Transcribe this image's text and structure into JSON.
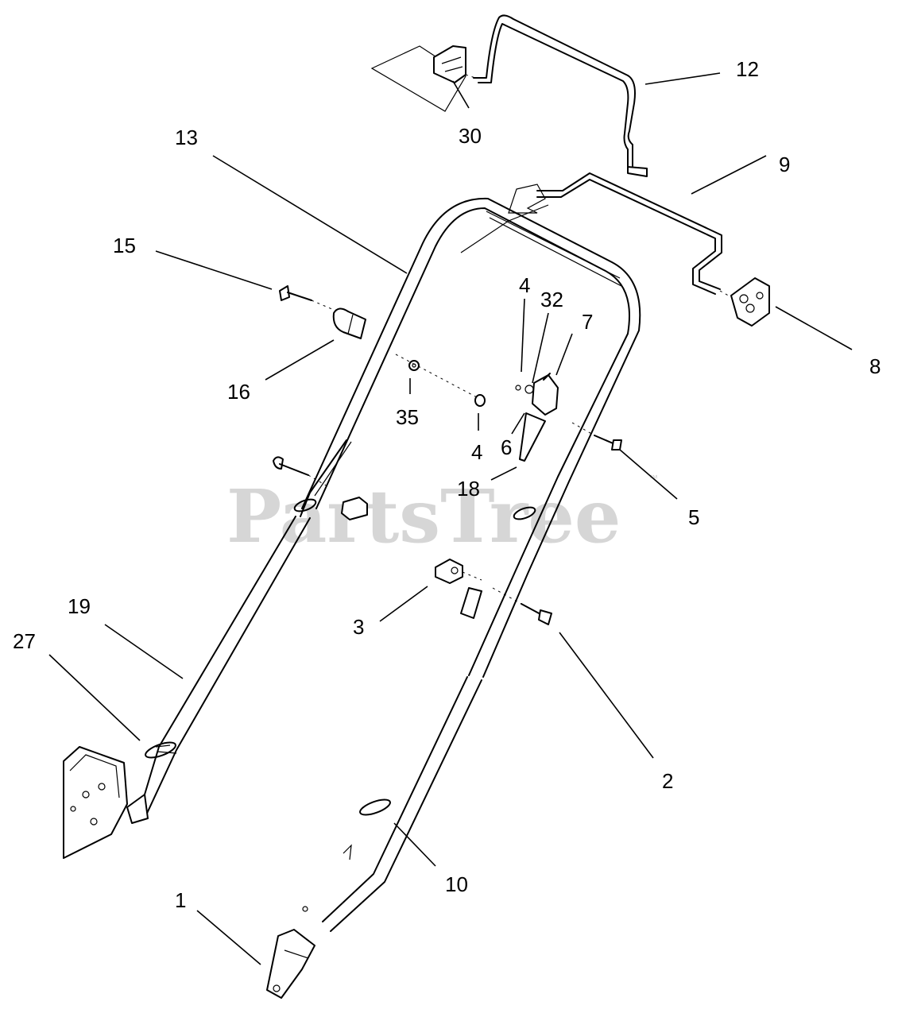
{
  "watermark": {
    "text": "PartsTree",
    "trademark": "™"
  },
  "callouts": {
    "c12": "12",
    "c30": "30",
    "c13": "13",
    "c9": "9",
    "c15": "15",
    "c4a": "4",
    "c32": "32",
    "c7": "7",
    "c8": "8",
    "c16": "16",
    "c35": "35",
    "c4b": "4",
    "c6": "6",
    "c18": "18",
    "c5": "5",
    "c3": "3",
    "c19": "19",
    "c27": "27",
    "c2": "2",
    "c10": "10",
    "c1": "1"
  }
}
